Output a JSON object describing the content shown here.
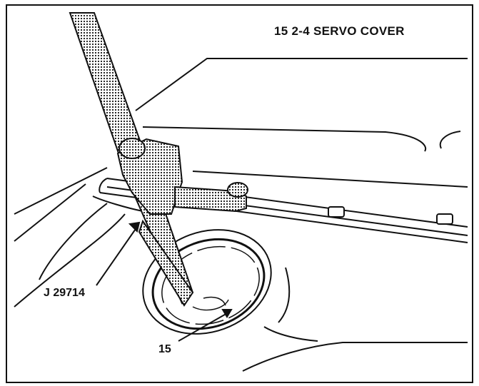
{
  "title": "15  2-4 SERVO COVER",
  "callouts": {
    "tool": "J 29714",
    "part": "15"
  },
  "colors": {
    "ink": "#111111",
    "paper": "#ffffff"
  }
}
